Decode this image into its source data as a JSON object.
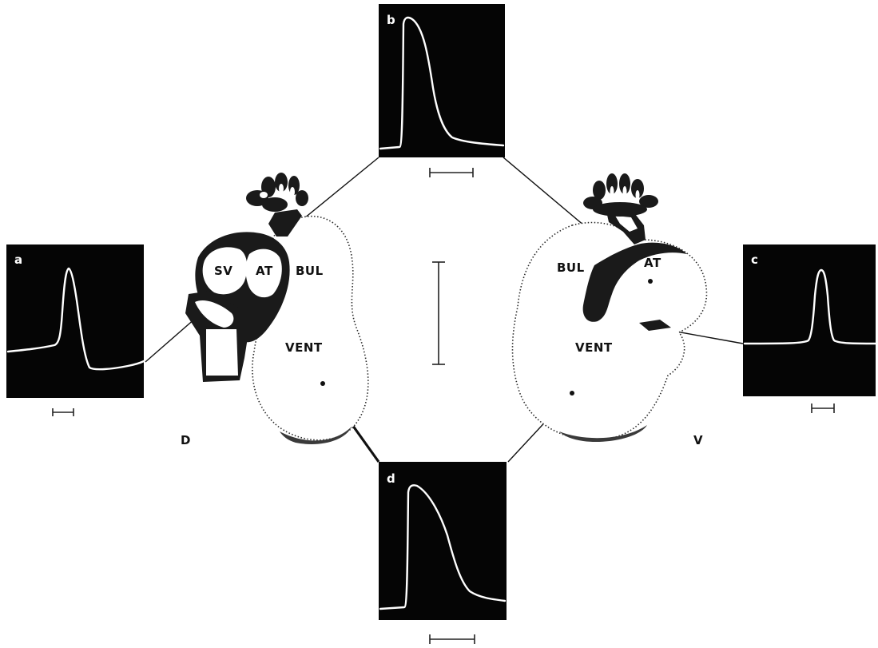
{
  "panels": [
    {
      "id": "a",
      "letter": "a",
      "trace": "atrial-type"
    },
    {
      "id": "b",
      "letter": "b",
      "trace": "ventricular-type"
    },
    {
      "id": "c",
      "letter": "c",
      "trace": "atrial-type"
    },
    {
      "id": "d",
      "letter": "d",
      "trace": "ventricular-type"
    }
  ],
  "dorsal_heart": {
    "labels": {
      "sv": "SV",
      "at": "AT",
      "bul": "BUL",
      "vent": "VENT"
    }
  },
  "ventral_heart": {
    "labels": {
      "bul": "BUL",
      "at": "AT",
      "vent": "VENT"
    }
  },
  "views": {
    "dorsal": "D",
    "ventral": "V"
  }
}
